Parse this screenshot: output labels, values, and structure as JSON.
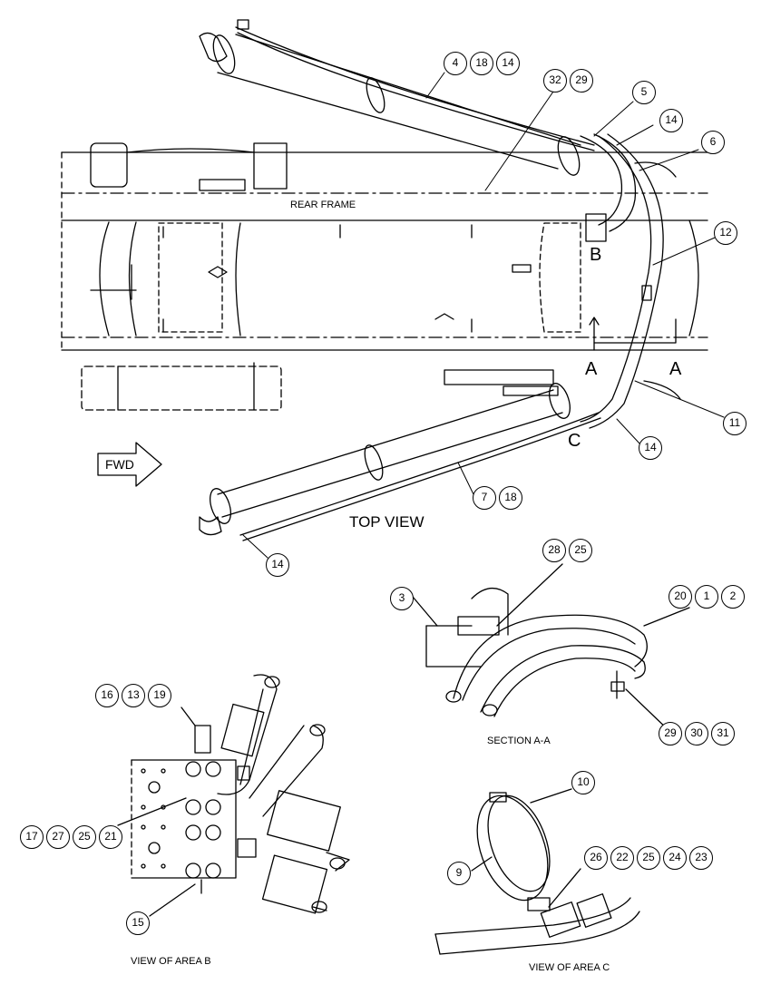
{
  "view_titles": {
    "top": "TOP VIEW",
    "section": "SECTION A-A",
    "area_b": "VIEW OF AREA B",
    "area_c": "VIEW OF AREA C"
  },
  "frame_label": "REAR FRAME",
  "fwd_arrow": "FWD",
  "area_letters": {
    "b": "B",
    "c": "C",
    "a_left": "A",
    "a_right": "A"
  },
  "callouts": {
    "c4": "4",
    "c18a": "18",
    "c14a": "14",
    "c32": "32",
    "c29a": "29",
    "c5": "5",
    "c14b": "14",
    "c6": "6",
    "c12": "12",
    "c11": "11",
    "c14c": "14",
    "c7": "7",
    "c18b": "18",
    "c14d": "14",
    "c28": "28",
    "c25a": "25",
    "c3": "3",
    "c20": "20",
    "c1": "1",
    "c2": "2",
    "c29b": "29",
    "c30": "30",
    "c31": "31",
    "c16": "16",
    "c13": "13",
    "c19": "19",
    "c17": "17",
    "c27": "27",
    "c25b": "25",
    "c21": "21",
    "c15": "15",
    "c10": "10",
    "c9": "9",
    "c26": "26",
    "c22": "22",
    "c25c": "25",
    "c24": "24",
    "c23": "23"
  }
}
